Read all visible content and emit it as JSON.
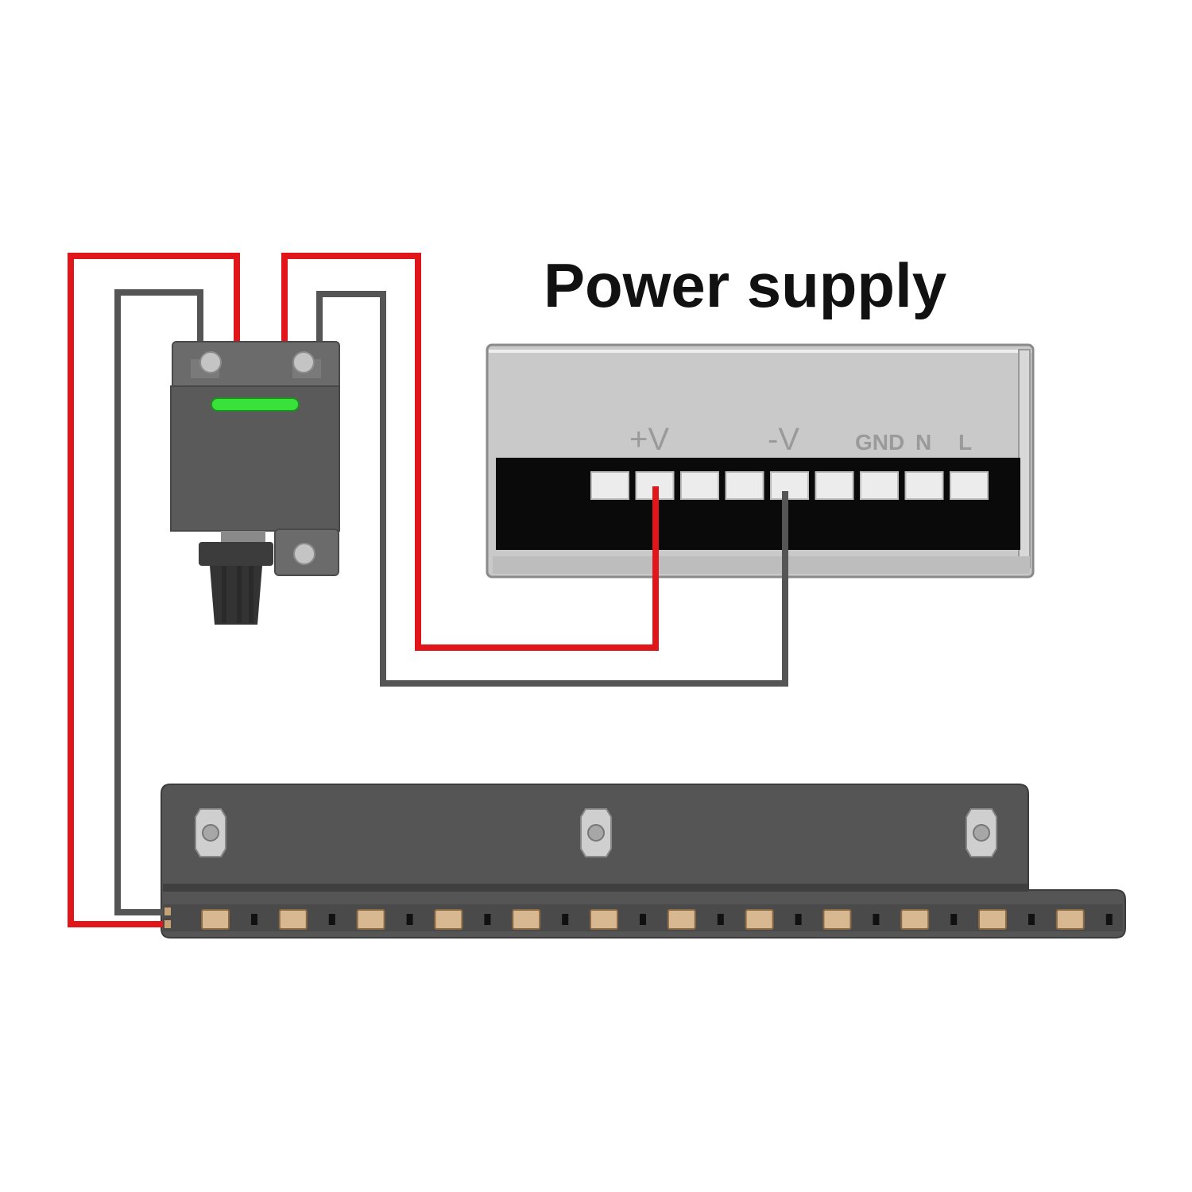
{
  "title": "Power supply",
  "power_supply": {
    "terminal_labels": {
      "positive": "+V",
      "negative": "-V",
      "ground": "GND",
      "neutral": "N",
      "live": "L"
    },
    "terminal_count": 9
  },
  "controller": {
    "indicator": "green-led-icon",
    "knob": "rotary-knob-icon"
  },
  "led_strip": {
    "led_count": 12,
    "mount_clips": 3
  },
  "colors": {
    "positive_wire": "#e0161b",
    "negative_wire": "#555555",
    "indicator": "#39e23a",
    "terminal_block": "#0a0a0a",
    "housing": "#c9c9c9",
    "controller_body": "#5a5a5a",
    "strip_channel": "#555555",
    "led": "#d8b890"
  }
}
